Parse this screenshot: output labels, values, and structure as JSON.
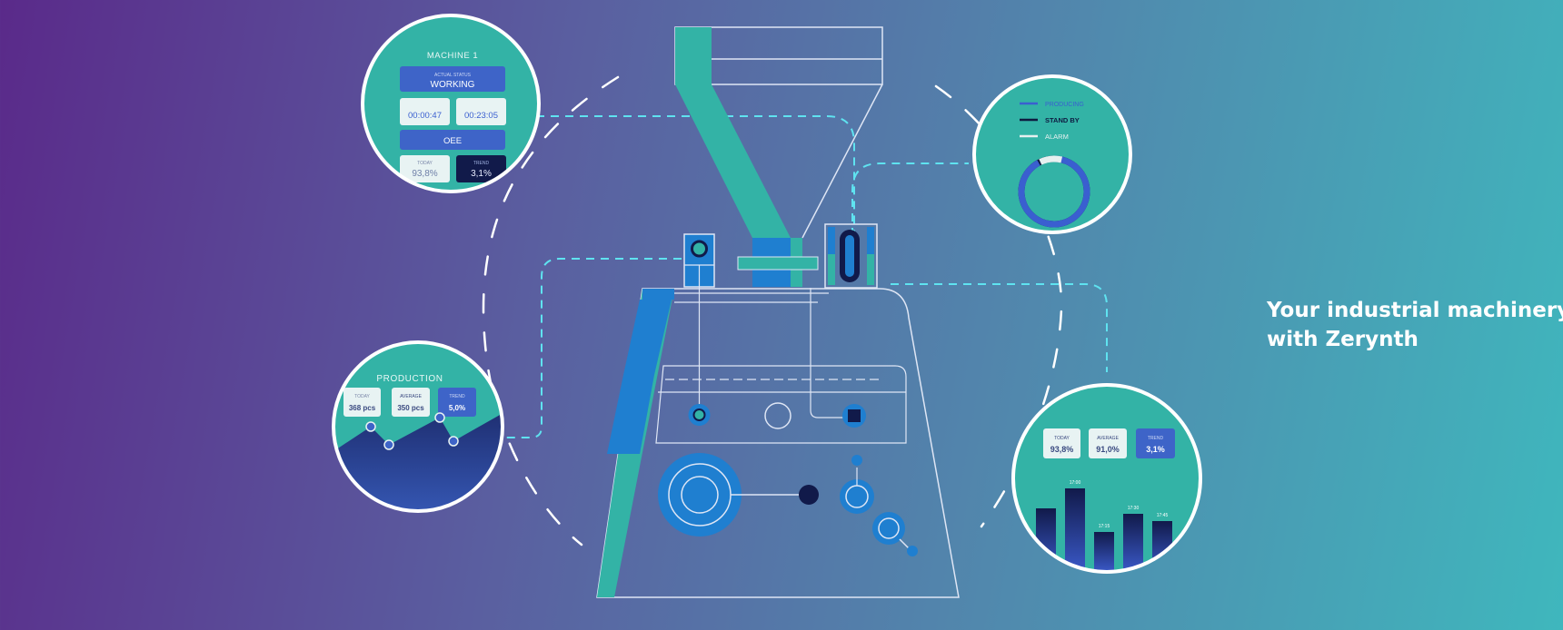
{
  "headline": {
    "line1": "Your industrial machinery",
    "line2": "with Zerynth"
  },
  "machine_card": {
    "title": "MACHINE 1",
    "status_label": "ACTUAL STATUS",
    "status_value": "WORKING",
    "time_1": "00:00:47",
    "time_2": "00:23:05",
    "oee_label": "OEE",
    "today_label": "TODAY",
    "today_value": "93,8%",
    "trend_label": "TREND",
    "trend_value": "3,1%"
  },
  "status_legend": {
    "item_1": "PRODUCING",
    "item_2": "STAND BY",
    "item_3": "ALARM",
    "color_1": "#3a5fd0",
    "color_2": "#0e1a40",
    "color_3": "#e6f0f0",
    "donut_fraction": 0.92
  },
  "production_card": {
    "title": "PRODUCTION",
    "today_label": "TODAY",
    "today_value": "368 pcs",
    "average_label": "AVERAGE",
    "average_value": "350 pcs",
    "trend_label": "TREND",
    "trend_value": "5,0%",
    "chart": [
      34,
      21,
      30,
      42,
      24
    ]
  },
  "oee_card": {
    "today_label": "TODAY",
    "today_value": "93,8%",
    "average_label": "AVERAGE",
    "average_value": "91,0%",
    "trend_label": "TREND",
    "trend_value": "3,1%",
    "bars": [
      {
        "label": "",
        "value": 70
      },
      {
        "label": "17:00",
        "value": 92
      },
      {
        "label": "17:15",
        "value": 44
      },
      {
        "label": "17:30",
        "value": 64
      },
      {
        "label": "17:45",
        "value": 56
      }
    ]
  },
  "colors": {
    "teal": "#33b3a6",
    "blue": "#1f7fd0",
    "navy": "#111a4a",
    "accent_dash": "#5fe3f0"
  }
}
